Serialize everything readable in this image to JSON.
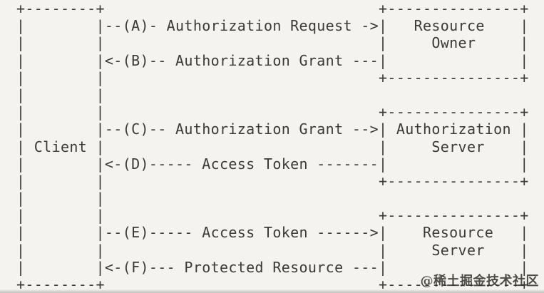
{
  "diagram": {
    "lines": [
      "+--------+                               +---------------+",
      "|        |--(A)- Authorization Request ->|   Resource    |",
      "|        |                               |     Owner     |",
      "|        |<-(B)-- Authorization Grant ---|               |",
      "|        |                               +---------------+",
      "|        |",
      "|        |                               +---------------+",
      "|        |--(C)-- Authorization Grant -->| Authorization |",
      "| Client |                               |     Server    |",
      "|        |<-(D)----- Access Token -------|               |",
      "|        |                               +---------------+",
      "|        |",
      "|        |                               +---------------+",
      "|        |--(E)----- Access Token ------>|    Resource   |",
      "|        |                               |     Server    |",
      "|        |<-(F)--- Protected Resource ---|               |",
      "+--------+                               +---------------+"
    ],
    "boxes": [
      {
        "label": "Client"
      },
      {
        "label": "Resource Owner"
      },
      {
        "label": "Authorization Server"
      },
      {
        "label": "Resource Server"
      }
    ],
    "steps": [
      {
        "id": "A",
        "message": "Authorization Request",
        "from": "Client",
        "to": "Resource Owner"
      },
      {
        "id": "B",
        "message": "Authorization Grant",
        "from": "Resource Owner",
        "to": "Client"
      },
      {
        "id": "C",
        "message": "Authorization Grant",
        "from": "Client",
        "to": "Authorization Server"
      },
      {
        "id": "D",
        "message": "Access Token",
        "from": "Authorization Server",
        "to": "Client"
      },
      {
        "id": "E",
        "message": "Access Token",
        "from": "Client",
        "to": "Resource Server"
      },
      {
        "id": "F",
        "message": "Protected Resource",
        "from": "Resource Server",
        "to": "Client"
      }
    ]
  },
  "watermark": {
    "text": "@稀土掘金技术社区"
  },
  "colors": {
    "background": "#f4f3ef",
    "text": "#3b3a36",
    "watermark": "#373531",
    "bottom_edge": "#969591"
  }
}
